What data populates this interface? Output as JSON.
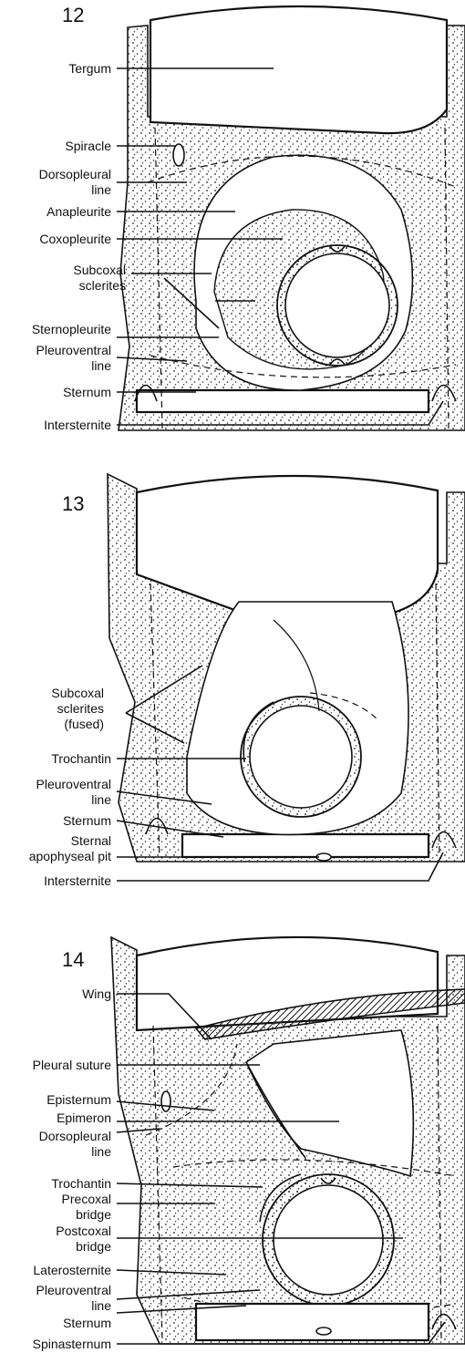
{
  "figures": [
    {
      "number": "12",
      "labels": [
        {
          "lines": [
            "Tergum"
          ]
        },
        {
          "lines": [
            "Spiracle"
          ]
        },
        {
          "lines": [
            "Dorsopleural",
            "line"
          ]
        },
        {
          "lines": [
            "Anapleurite"
          ]
        },
        {
          "lines": [
            "Coxopleurite"
          ]
        },
        {
          "lines": [
            "Subcoxal",
            "sclerites"
          ]
        },
        {
          "lines": [
            "Sternopleurite"
          ]
        },
        {
          "lines": [
            "Pleuroventral",
            "line"
          ]
        },
        {
          "lines": [
            "Sternum"
          ]
        },
        {
          "lines": [
            "Intersternite"
          ]
        }
      ]
    },
    {
      "number": "13",
      "labels": [
        {
          "lines": [
            "Subcoxal",
            "sclerites",
            "(fused)"
          ]
        },
        {
          "lines": [
            "Trochantin"
          ]
        },
        {
          "lines": [
            "Pleuroventral",
            "line"
          ]
        },
        {
          "lines": [
            "Sternum"
          ]
        },
        {
          "lines": [
            "Sternal",
            "apophyseal pit"
          ]
        },
        {
          "lines": [
            "Intersternite"
          ]
        }
      ]
    },
    {
      "number": "14",
      "labels": [
        {
          "lines": [
            "Wing"
          ]
        },
        {
          "lines": [
            "Pleural suture"
          ]
        },
        {
          "lines": [
            "Episternum"
          ]
        },
        {
          "lines": [
            "Epimeron"
          ]
        },
        {
          "lines": [
            "Dorsopleural",
            "line"
          ]
        },
        {
          "lines": [
            "Trochantin"
          ]
        },
        {
          "lines": [
            "Precoxal",
            "bridge"
          ]
        },
        {
          "lines": [
            "Postcoxal",
            "bridge"
          ]
        },
        {
          "lines": [
            "Laterosternite"
          ]
        },
        {
          "lines": [
            "Pleuroventral",
            "line"
          ]
        },
        {
          "lines": [
            "Sternum"
          ]
        },
        {
          "lines": [
            "Spinasternum"
          ]
        }
      ]
    }
  ]
}
